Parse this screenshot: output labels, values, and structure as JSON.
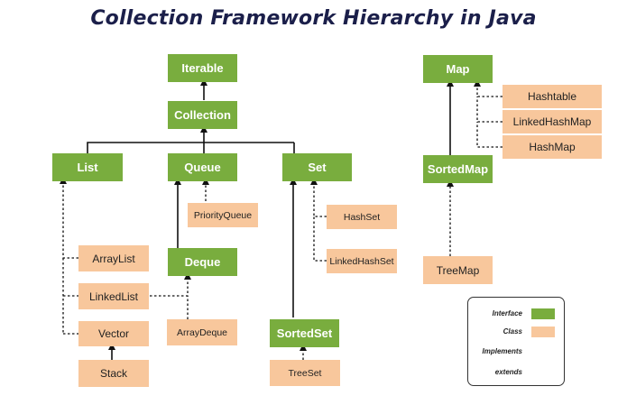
{
  "title": "Collection Framework Hierarchy in Java",
  "nodes": {
    "iterable": "Iterable",
    "collection": "Collection",
    "list": "List",
    "queue": "Queue",
    "set": "Set",
    "map": "Map",
    "sortedmap": "SortedMap",
    "deque": "Deque",
    "sortedset": "SortedSet",
    "hashtable": "Hashtable",
    "linkedhashmap": "LinkedHashMap",
    "hashmap": "HashMap",
    "treemap": "TreeMap",
    "priorityqueue": "PriorityQueue",
    "hashset": "HashSet",
    "linkedhashset": "LinkedHashSet",
    "arraylist": "ArrayList",
    "linkedlist": "LinkedList",
    "vector": "Vector",
    "stack": "Stack",
    "arraydeque": "ArrayDeque",
    "treeset": "TreeSet"
  },
  "legend": {
    "interface": "Interface",
    "class": "Class",
    "implements": "Implements",
    "extends": "extends"
  },
  "colors": {
    "interface": "#79ad3e",
    "class": "#f8c79c",
    "line": "#111111"
  }
}
